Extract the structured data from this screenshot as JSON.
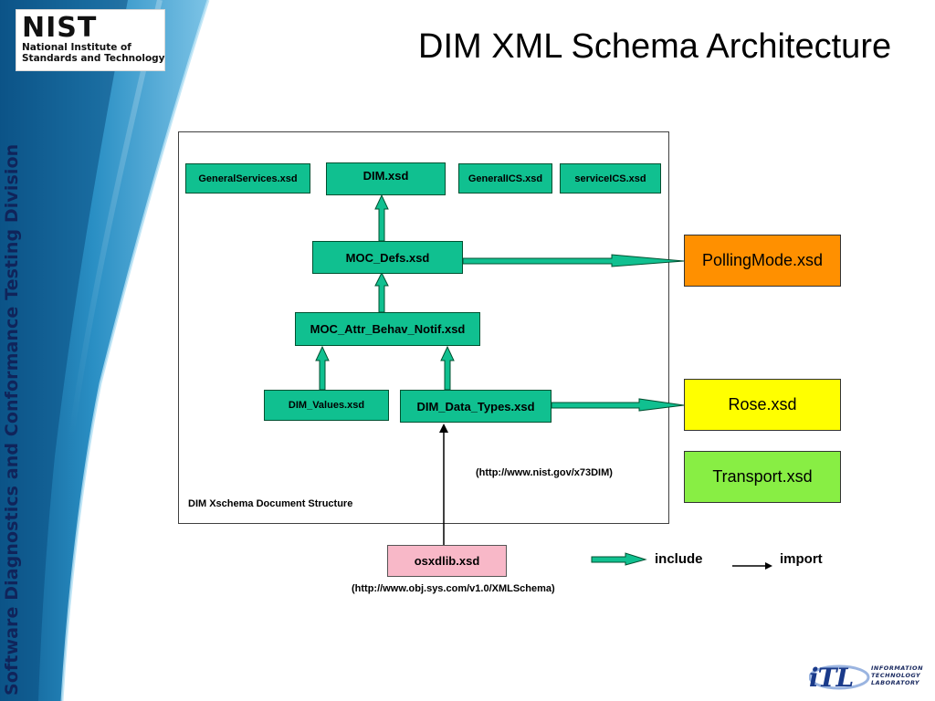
{
  "sidebar": {
    "logo_mark": "NIST",
    "logo_subtitle": "National Institute of\nStandards and Technology",
    "vertical_text": "Software Diagnostics and Conformance Testing Division"
  },
  "title": "DIM XML Schema Architecture",
  "diagram": {
    "frame_caption": "DIM Xschema Document Structure",
    "url_dim": "(http://www.nist.gov/x73DIM)",
    "url_osxd": "(http://www.obj.sys.com/v1.0/XMLSchema)",
    "nodes": {
      "generalservices": "GeneralServices.xsd",
      "dim": "DIM.xsd",
      "generalics": "GeneralICS.xsd",
      "serviceics": "serviceICS.xsd",
      "moc_defs": "MOC_Defs.xsd",
      "moc_attr": "MOC_Attr_Behav_Notif.xsd",
      "dim_values": "DIM_Values.xsd",
      "dim_data_types": "DIM_Data_Types.xsd",
      "osxdlib": "osxdlib.xsd",
      "pollingmode": "PollingMode.xsd",
      "rose": "Rose.xsd",
      "transport": "Transport.xsd"
    },
    "legend": {
      "include": "include",
      "import": "import"
    }
  },
  "footer": {
    "itl_mark": "iTL",
    "itl_subtitle": "INFORMATION\nTECHNOLOGY\nLABORATORY"
  },
  "colors": {
    "module_fill": "#10c090",
    "pollingmode_fill": "#ff9000",
    "rose_fill": "#ffff00",
    "transport_fill": "#88ee44",
    "osxdlib_fill": "#f8b8c8",
    "sidebar_text": "#10245a"
  }
}
